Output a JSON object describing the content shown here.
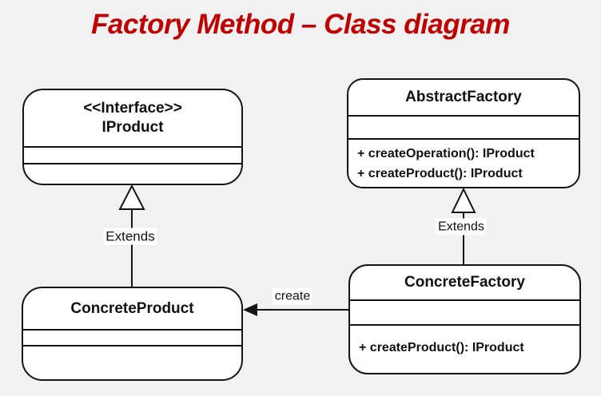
{
  "title": "Factory Method – Class diagram",
  "colors": {
    "title": "#c00000",
    "background": "#f1f1f1",
    "box_fill": "#ffffff",
    "line": "#141414"
  },
  "classes": {
    "iproduct": {
      "stereotype": "<<Interface>>",
      "name": "IProduct",
      "methods": []
    },
    "abstract_factory": {
      "name": "AbstractFactory",
      "methods": [
        "+ createOperation(): IProduct",
        "+ createProduct(): IProduct"
      ]
    },
    "concrete_product": {
      "name": "ConcreteProduct",
      "methods": []
    },
    "concrete_factory": {
      "name": "ConcreteFactory",
      "methods": [
        "+ createProduct(): IProduct"
      ]
    }
  },
  "relationships": {
    "product_extends": {
      "type": "inheritance",
      "from": "ConcreteProduct",
      "to": "IProduct",
      "label": "Extends"
    },
    "factory_extends": {
      "type": "inheritance",
      "from": "ConcreteFactory",
      "to": "AbstractFactory",
      "label": "Extends"
    },
    "factory_creates_product": {
      "type": "directed-association",
      "from": "ConcreteFactory",
      "to": "ConcreteProduct",
      "label": "create"
    }
  }
}
